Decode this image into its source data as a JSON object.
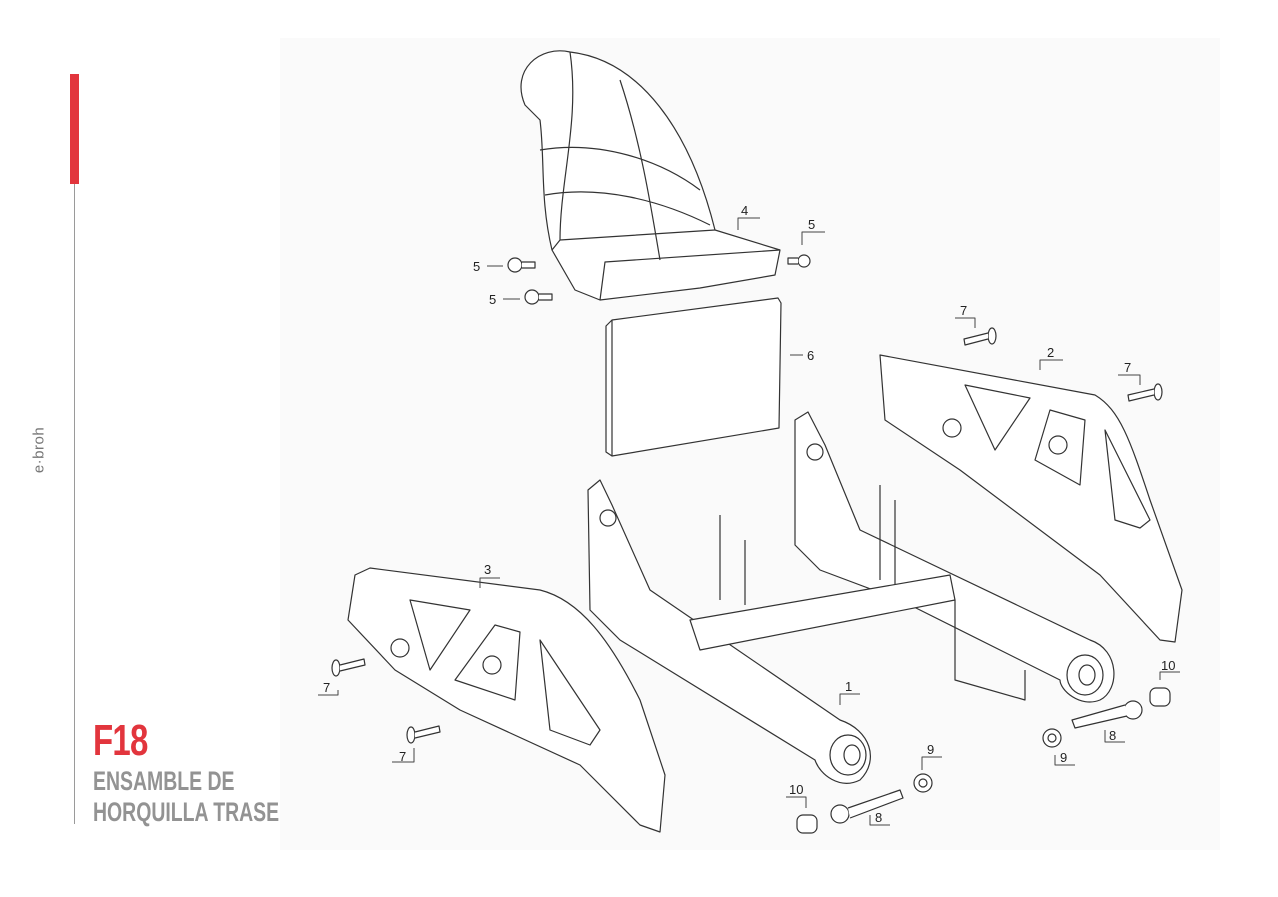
{
  "brand": "e·broh",
  "section": {
    "code": "F18",
    "title_line1": "ENSAMBLE DE",
    "title_line2": "HORQUILLA TRASERA"
  },
  "colors": {
    "accent": "#e2353d",
    "title_gray": "#939393"
  },
  "callouts": {
    "c4": "4",
    "c5a": "5",
    "c5b": "5",
    "c5c": "5",
    "c6": "6",
    "c7a": "7",
    "c2": "2",
    "c7b": "7",
    "c3": "3",
    "c7c": "7",
    "c7d": "7",
    "c1": "1",
    "c10a": "10",
    "c8a": "8",
    "c9a": "9",
    "c9b": "9",
    "c10b": "10",
    "c8b": "8"
  }
}
